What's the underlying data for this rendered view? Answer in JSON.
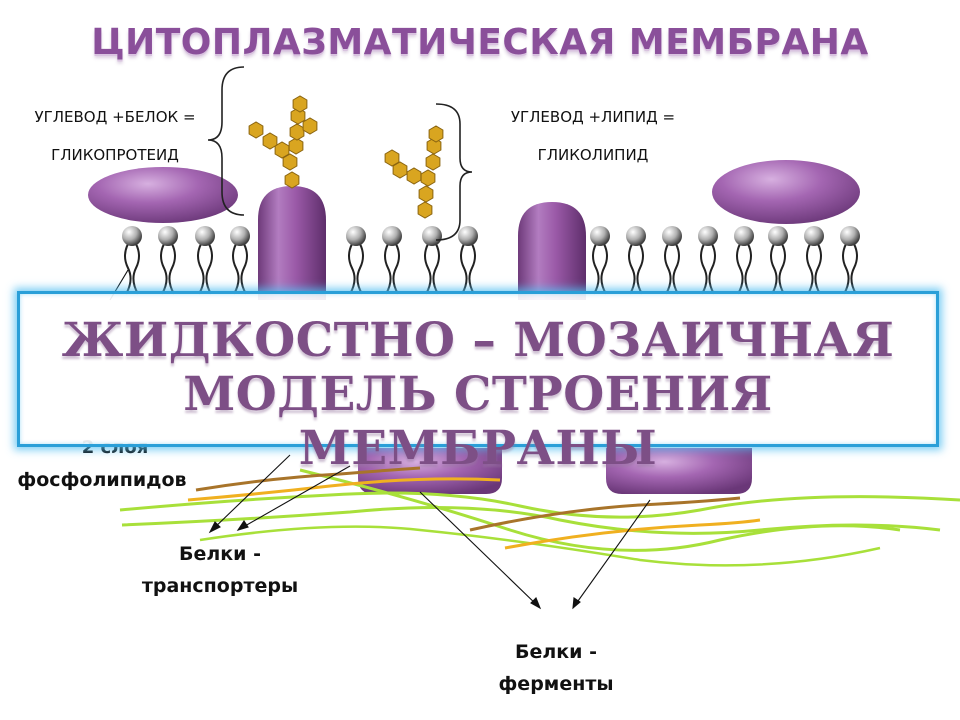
{
  "title": "ЦИТОПЛАЗМАТИЧЕСКАЯ МЕМБРАНА",
  "labels": {
    "glycoprotein_line1": "УГЛЕВОД +БЕЛОК =",
    "glycoprotein_line2": "ГЛИКОПРОТЕИД",
    "glycolipid_line1": "УГЛЕВОД +ЛИПИД =",
    "glycolipid_line2": "ГЛИКОЛИПИД",
    "phospholipids_partial": "2 слоя",
    "phospholipids": "фосфолипидов",
    "transport_line1": "Белки -",
    "transport_line2": "транспортеры",
    "enzyme_line1": "Белки -",
    "enzyme_line2": "ферменты"
  },
  "banner": {
    "line1": "ЖИДКОСТНО – МОЗАИЧНАЯ",
    "line2": "МОДЕЛЬ СТРОЕНИЯ МЕМБРАНЫ"
  },
  "colors": {
    "title": "#8a4f9a",
    "protein": "#9b5aa8",
    "carbohydrate": "#d9a520",
    "banner_border": "#2a9fd8",
    "banner_text": "#7d4f86",
    "fiber_green": "#a8e03a",
    "fiber_orange": "#f0b020",
    "fiber_brown": "#a8742a"
  }
}
